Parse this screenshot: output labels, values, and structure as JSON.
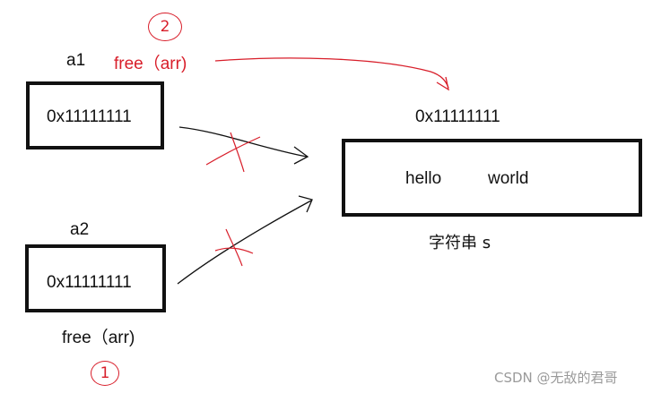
{
  "pointer_a1": {
    "label": "a1",
    "value": "0x11111111"
  },
  "pointer_a2": {
    "label": "a2",
    "value": "0x11111111"
  },
  "string_block": {
    "address": "0x11111111",
    "word1": "hello",
    "word2": "world",
    "caption": "字符串 s"
  },
  "free_a1": {
    "text": "free（arr)",
    "step": "2"
  },
  "free_a2": {
    "text": "free（arr)",
    "step": "1"
  },
  "watermark": "CSDN @无敌的君哥",
  "colors": {
    "ink": "#111111",
    "annotation_red": "#d81e2a",
    "watermark": "#9a9a9a"
  }
}
